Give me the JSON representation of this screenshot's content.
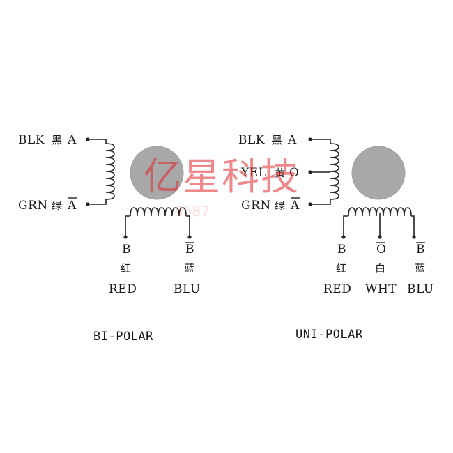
{
  "watermark": {
    "text": "亿星科技",
    "sub": "4587"
  },
  "bipolar": {
    "caption": "BI-POLAR",
    "left_labels": [
      {
        "en": "BLK",
        "zh": "黑",
        "pin": "A",
        "over": false
      },
      {
        "en": "GRN",
        "zh": "绿",
        "pin": "A",
        "over": true
      }
    ],
    "bottom_labels": [
      {
        "pin": "B",
        "over": false,
        "zh": "红",
        "en": "RED"
      },
      {
        "pin": "B",
        "over": true,
        "zh": "蓝",
        "en": "BLU"
      }
    ]
  },
  "unipolar": {
    "caption": "UNI-POLAR",
    "left_labels": [
      {
        "en": "BLK",
        "zh": "黑",
        "pin": "A",
        "over": false
      },
      {
        "en": "YEL",
        "zh": "黄",
        "pin": "O",
        "over": false
      },
      {
        "en": "GRN",
        "zh": "绿",
        "pin": "A",
        "over": true
      }
    ],
    "bottom_labels": [
      {
        "pin": "B",
        "over": false,
        "zh": "红",
        "en": "RED"
      },
      {
        "pin": "O",
        "over": true,
        "zh": "白",
        "en": "WHT"
      },
      {
        "pin": "B",
        "over": true,
        "zh": "蓝",
        "en": "BLU"
      }
    ]
  }
}
